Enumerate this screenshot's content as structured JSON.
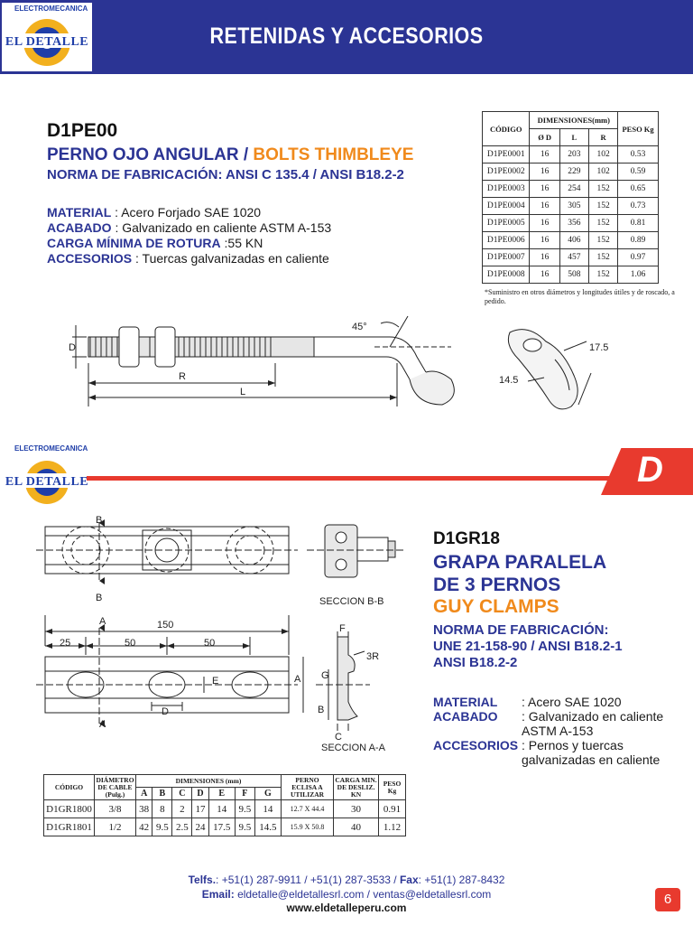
{
  "header": {
    "title": "RETENIDAS Y ACCESORIOS",
    "brand": "EL DETALLE",
    "brand_arc": "ELECTROMECANICA"
  },
  "section1": {
    "code": "D1PE00",
    "name": "PERNO OJO ANGULAR",
    "separator": " / ",
    "name_en": "BOLTS THIMBLEYE",
    "norma": "NORMA DE FABRICACIÓN: ANSI C 135.4 / ANSI B18.2-2",
    "specs": [
      {
        "k": "MATERIAL",
        "v": " : Acero Forjado SAE 1020"
      },
      {
        "k": "ACABADO",
        "v": " : Galvanizado en caliente ASTM A-153"
      },
      {
        "k": "CARGA MÍNIMA DE ROTURA",
        "v": " :55 KN"
      },
      {
        "k": "ACCESORIOS",
        "v": " : Tuercas galvanizadas en caliente"
      }
    ],
    "table": {
      "h_codigo": "CÓDIGO",
      "h_dim": "DIMENSIONES(mm)",
      "h_peso": "PESO Kg",
      "h_d": "Ø D",
      "h_l": "L",
      "h_r": "R",
      "rows": [
        [
          "D1PE0001",
          "16",
          "203",
          "102",
          "0.53"
        ],
        [
          "D1PE0002",
          "16",
          "229",
          "102",
          "0.59"
        ],
        [
          "D1PE0003",
          "16",
          "254",
          "152",
          "0.65"
        ],
        [
          "D1PE0004",
          "16",
          "305",
          "152",
          "0.73"
        ],
        [
          "D1PE0005",
          "16",
          "356",
          "152",
          "0.81"
        ],
        [
          "D1PE0006",
          "16",
          "406",
          "152",
          "0.89"
        ],
        [
          "D1PE0007",
          "16",
          "457",
          "152",
          "0.97"
        ],
        [
          "D1PE0008",
          "16",
          "508",
          "152",
          "1.06"
        ]
      ]
    },
    "note": "*Suministro en otros diámetros y longitudes útiles y de roscado, a pedido.",
    "drawing": {
      "d": "D",
      "r": "R",
      "l": "L",
      "angle": "45°",
      "w1": "17.5",
      "w2": "14.5"
    }
  },
  "band": {
    "letter": "D"
  },
  "section2": {
    "code": "D1GR18",
    "name_line1": "GRAPA PARALELA",
    "name_line2": "DE 3 PERNOS",
    "name_en": "GUY CLAMPS",
    "norma_lines": [
      "NORMA DE FABRICACIÓN:",
      "UNE 21-158-90 / ANSI B18.2-1",
      "ANSI B18.2-2"
    ],
    "specs": [
      {
        "k": "MATERIAL",
        "v": ": Acero SAE 1020"
      },
      {
        "k": "ACABADO",
        "v": ": Galvanizado en caliente ASTM A-153"
      },
      {
        "k": "ACCESORIOS",
        "v": ": Pernos y tuercas galvanizadas en caliente"
      }
    ],
    "drawing": {
      "b": "B",
      "a": "A",
      "c": "C",
      "d": "D",
      "e": "E",
      "f": "F",
      "g": "G",
      "r3": "3R",
      "d150": "150",
      "d25": "25",
      "d50a": "50",
      "d50b": "50",
      "seccion_bb": "SECCION B-B",
      "seccion_aa": "SECCION A-A"
    },
    "table": {
      "h_codigo": "CÓDIGO",
      "h_diam": "DIÁMETRO DE CABLE (Pulg.)",
      "h_dim": "DIMENSIONES (mm)",
      "h_perno": "PERNO ECLISA A UTILIZAR",
      "h_carga": "CARGA MIN. DE DESLIZ. KN",
      "h_peso": "PESO Kg",
      "cols": [
        "A",
        "B",
        "C",
        "D",
        "E",
        "F",
        "G"
      ],
      "rows": [
        [
          "D1GR1800",
          "3/8",
          "38",
          "8",
          "2",
          "17",
          "14",
          "9.5",
          "14",
          "12.7 X 44.4",
          "30",
          "0.91"
        ],
        [
          "D1GR1801",
          "1/2",
          "42",
          "9.5",
          "2.5",
          "24",
          "17.5",
          "9.5",
          "14.5",
          "15.9 X 50.8",
          "40",
          "1.12"
        ]
      ]
    }
  },
  "footer": {
    "telfs_k": "Telfs.",
    "telfs_v": ": +51(1) 287-9911 / +51(1) 287-3533 / ",
    "fax_k": "Fax",
    "fax_v": ": +51(1) 287-8432",
    "email_k": "Email:",
    "email_v": " eldetalle@eldetallesrl.com  / ventas@eldetallesrl.com",
    "web": "www.eldetalleperu.com",
    "page": "6"
  }
}
